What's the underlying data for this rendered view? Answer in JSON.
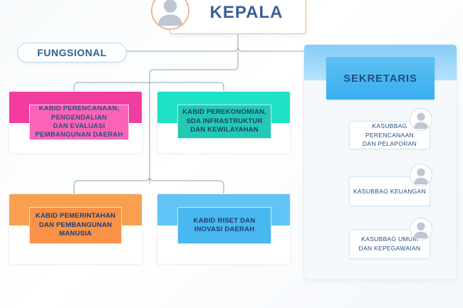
{
  "kepala": {
    "title": "KEPALA"
  },
  "fungsional": {
    "label": "FUNGSIONAL"
  },
  "kabid": [
    {
      "lines": [
        "KABID PERENCANAAN,",
        "PENGENDALIAN",
        "DAN EVALUASI",
        "PEMBANGUNAN DAERAH"
      ],
      "band_color": "#f23ca0",
      "label_color": "#fa63b6",
      "text_color": "#2a4f86"
    },
    {
      "lines": [
        "KABID PEREKONOMIAN,",
        "SDA INFRASTRUKTUR",
        "DAN KEWILAYAHAN"
      ],
      "band_color": "#1fe2c8",
      "label_color": "#24c9b4",
      "text_color": "#1d3e6e"
    },
    {
      "lines": [
        "KABID PEMERINTAHAN",
        "DAN PEMBANGUNAN",
        "MANUSIA"
      ],
      "band_color": "#f8a04f",
      "label_color": "#f99147",
      "text_color": "#1d3e6e"
    },
    {
      "lines": [
        "KABID RISET DAN",
        "INOVASI DAERAH"
      ],
      "band_color": "#60c4f6",
      "label_color": "#49b7f0",
      "text_color": "#1d3e6e"
    }
  ],
  "sekretaris": {
    "title": "SEKRETARIS",
    "subs": [
      {
        "lines": [
          "KASUBBAG PERENCANAAN",
          "DAN PELAPORAN"
        ]
      },
      {
        "lines": [
          "KASUBBAG KEUANGAN"
        ]
      },
      {
        "lines": [
          "KASUBBAG UMUM",
          "DAN KEPEGAWAIAN"
        ]
      }
    ]
  },
  "colors": {
    "accent": "#3b5f95",
    "kepala_border": "#f0b58f",
    "connector": "#8fa3b8"
  },
  "icons": {
    "kepala": "person-avatar-icon",
    "subs": "person-avatar-icon"
  }
}
